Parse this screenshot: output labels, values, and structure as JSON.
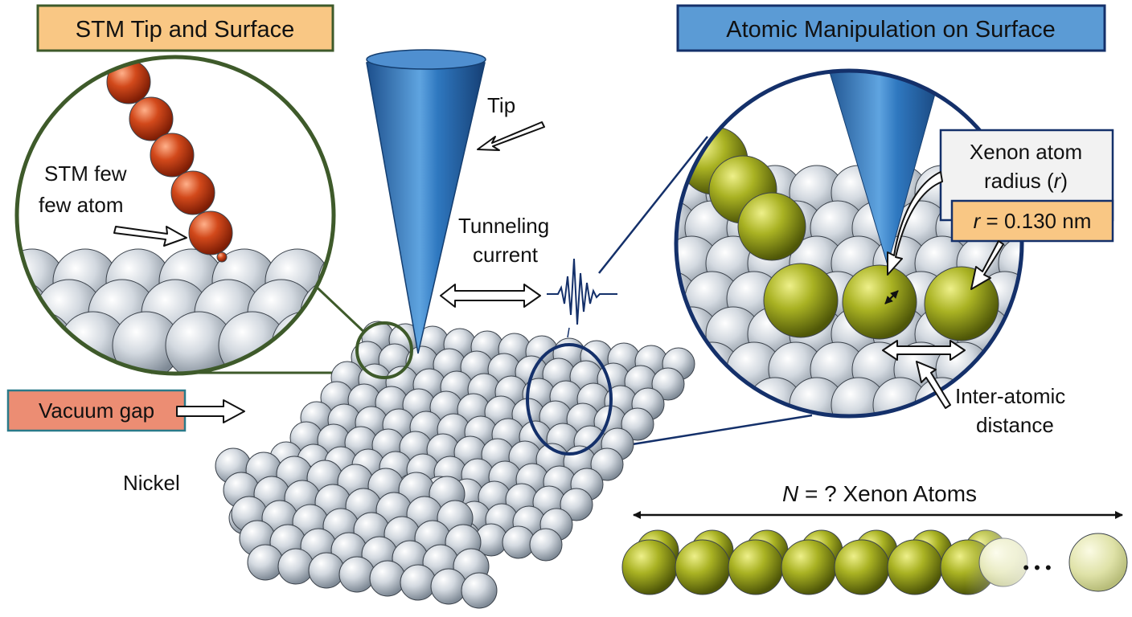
{
  "left_panel": {
    "title": "STM Tip and Surface",
    "chain_label_line1": "STM few",
    "chain_label_line2": "few atom"
  },
  "center": {
    "tip_label": "Tip",
    "tunneling_line1": "Tunneling",
    "tunneling_line2": "current",
    "vacuum_gap_label": "Vacuum gap",
    "nickel_label": "Nickel"
  },
  "right_panel": {
    "title": "Atomic Manipulation on Surface",
    "xenon_line1": "Xenon atom",
    "xenon_line2_prefix": "radius (",
    "xenon_line2_var": "r",
    "xenon_line2_suffix": ")",
    "radius_var": "r",
    "radius_value": " = 0.130 nm",
    "interatomic_line1": "Inter-atomic",
    "interatomic_line2": "distance"
  },
  "bottom": {
    "n_var": "N",
    "n_rest": " = ? Xenon Atoms",
    "ellipsis": "• • •"
  },
  "colors": {
    "left_title_bg": "#f9c784",
    "right_title_bg": "#5b9bd5",
    "vacuum_bg": "#ec8d73",
    "radius_bg": "#f9c784",
    "green_ring": "#3e5a2a",
    "navy_ring": "#14306a",
    "tip_blue": "#2c6fb2",
    "xenon": "#9aa51e",
    "copper": "#c8441c",
    "nickel": "#c9d0d8"
  }
}
